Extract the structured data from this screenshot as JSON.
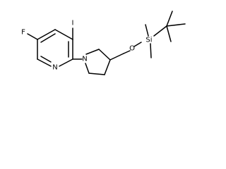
{
  "molecule": {
    "atoms": {
      "fluorine": "F",
      "iodine": "I",
      "pyridine_nitrogen": "N",
      "pyrrolidine_nitrogen": "N",
      "oxygen": "O",
      "silicon": "Si"
    }
  }
}
